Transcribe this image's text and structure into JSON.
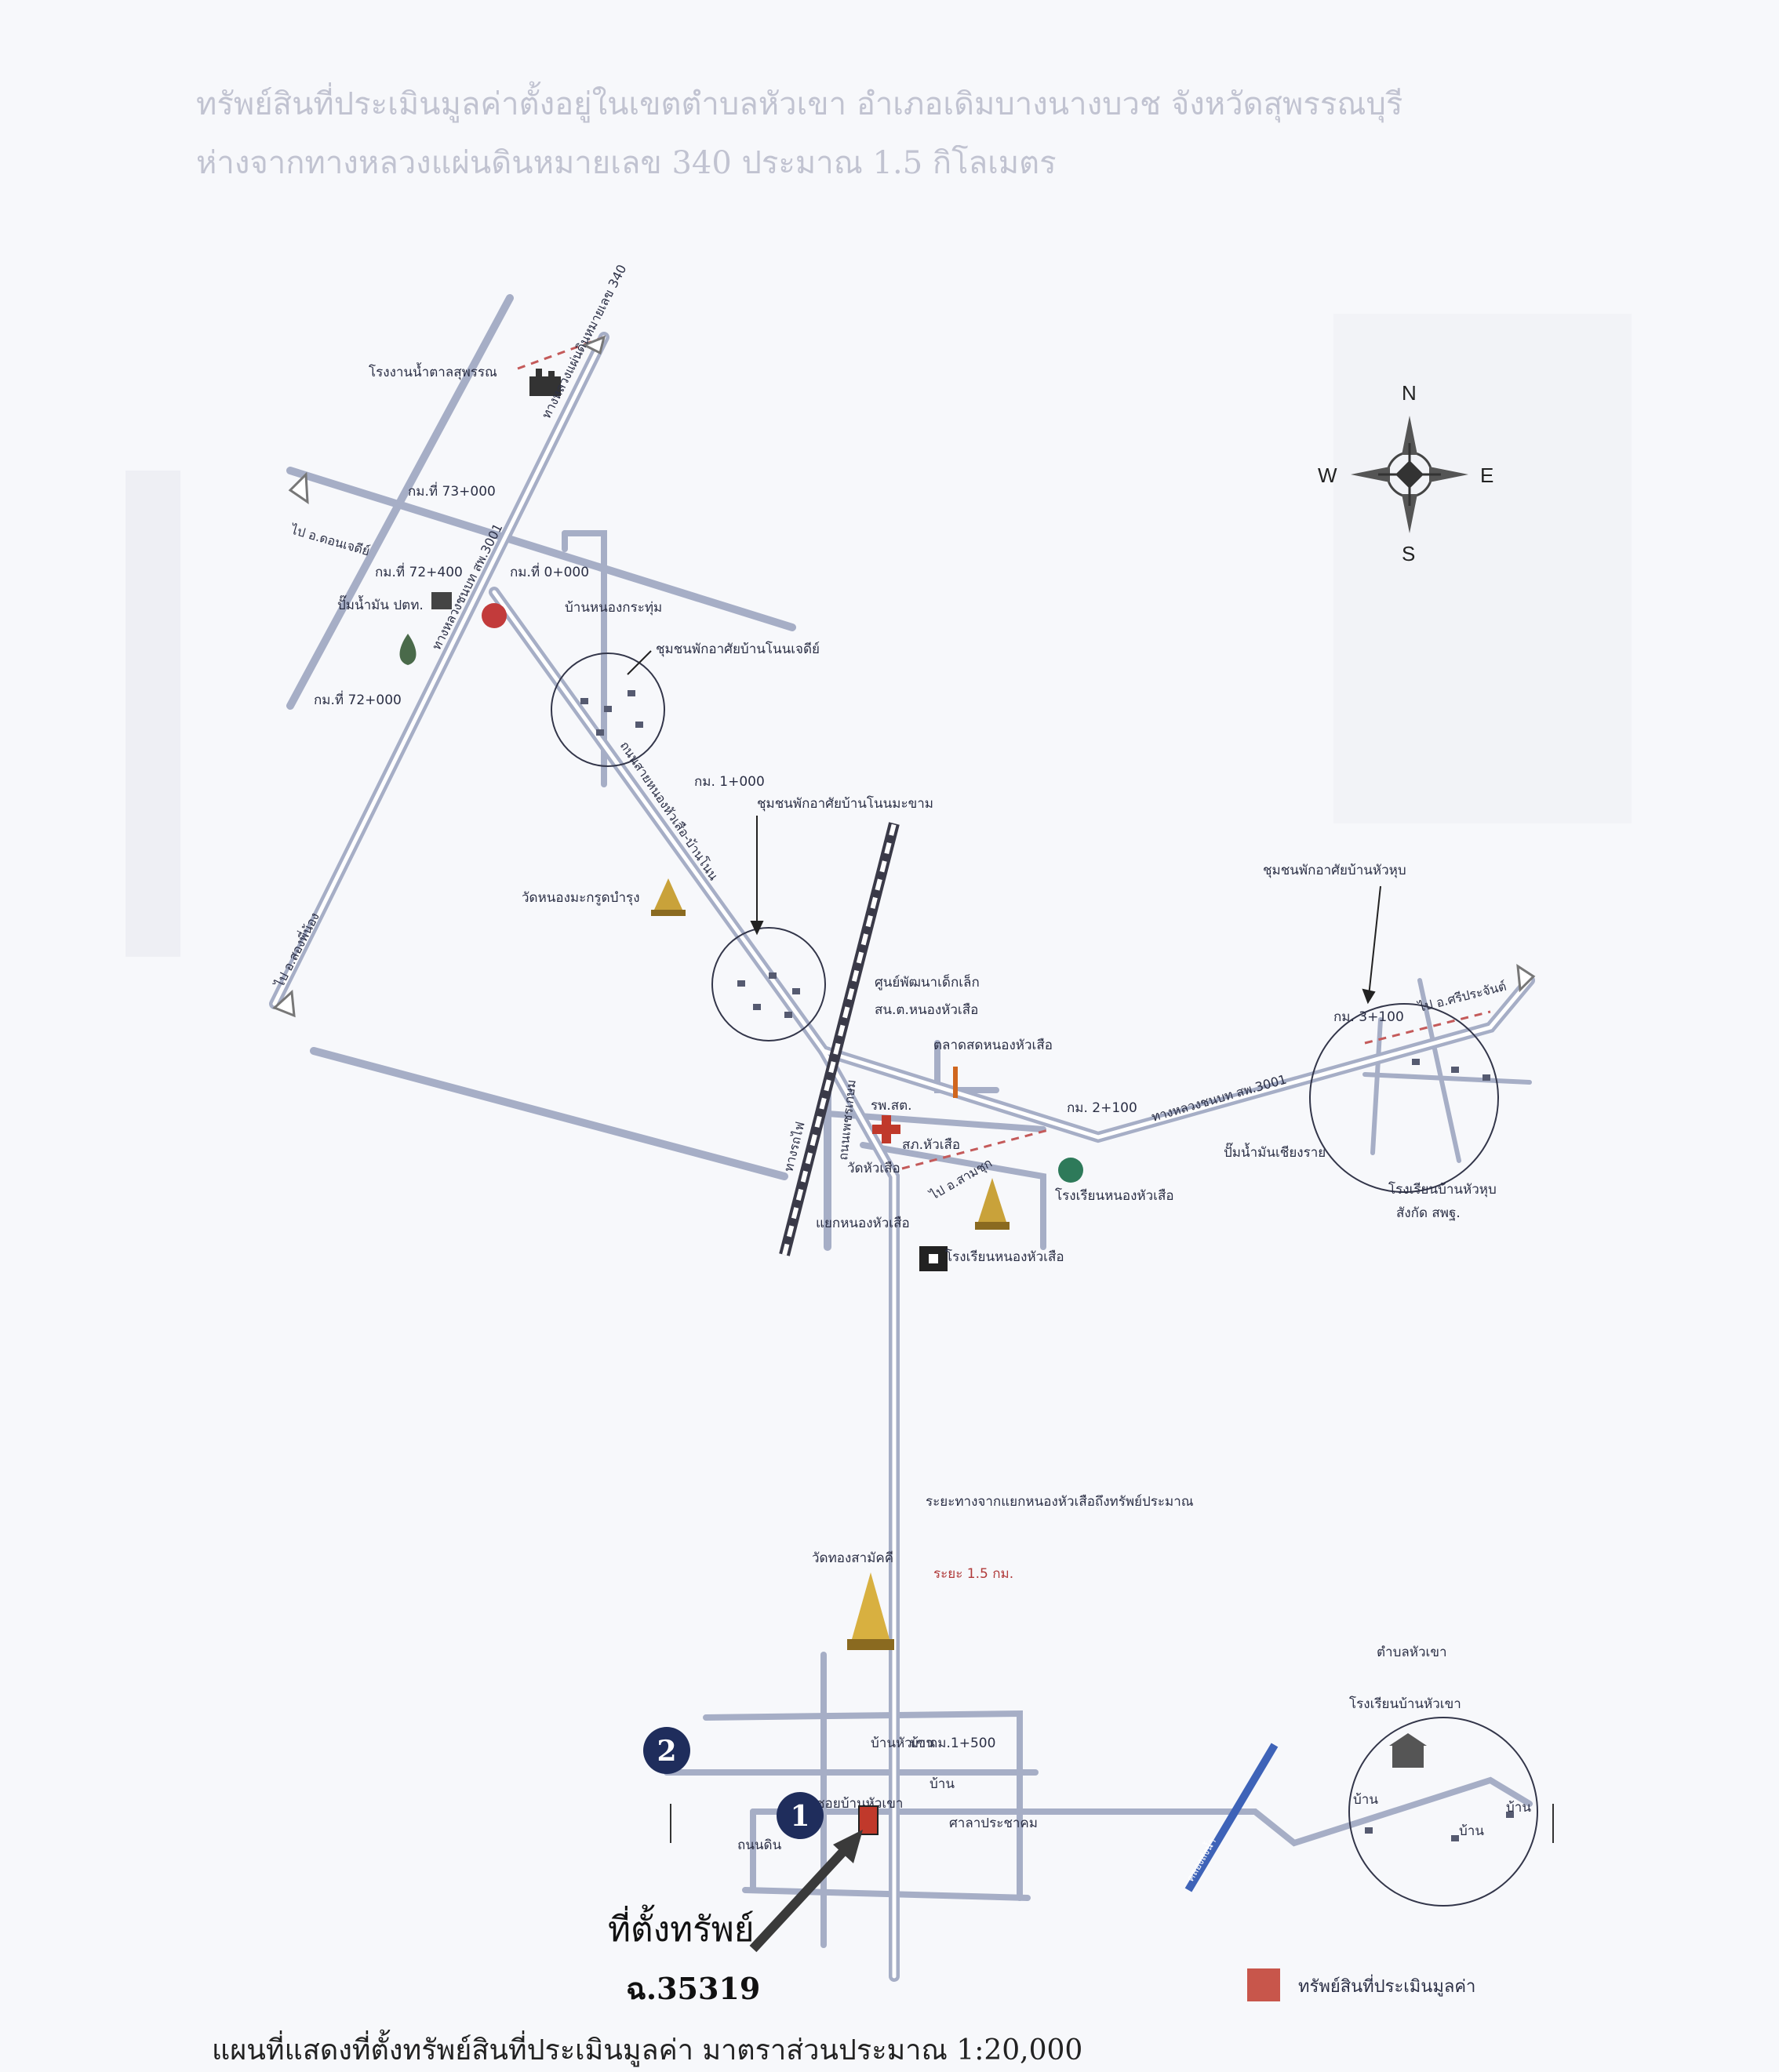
{
  "header": {
    "line1": "ทรัพย์สินที่ประเมินมูลค่าตั้งอยู่ในเขตตำบลหัวเขา อำเภอเดิมบางนางบวช จังหวัดสุพรรณบุรี",
    "line2": "ห่างจากทางหลวงแผ่นดินหมายเลข 340 ประมาณ 1.5 กิโลเมตร",
    "caption": "แผนที่แสดงที่ตั้งทรัพย์สินที่ประเมินมูลค่า มาตราส่วนประมาณ 1:20,000"
  },
  "compass": {
    "n": "N",
    "s": "S",
    "e": "E",
    "w": "W"
  },
  "markers": {
    "m1": "1",
    "m2": "2"
  },
  "property": {
    "title": "ที่ตั้งทรัพย์",
    "deed": "ฉ.35319",
    "color": "#c0392b"
  },
  "legend": {
    "label": "ทรัพย์สินที่ประเมินมูลค่า"
  },
  "labels": {
    "factory": "โรงงานน้ำตาลสุพรรณ",
    "km73": "กม.ที่ 73+000",
    "km72_400": "กม.ที่ 72+400",
    "km0": "กม.ที่ 0+000",
    "km72_000": "กม.ที่ 72+000",
    "gas": "ปั๊มน้ำมัน ปตท.",
    "village_a": "บ้านหนองกระทุ่ม",
    "community1": "ชุมชนพักอาศัยบ้านโนนเจดีย์",
    "community2": "ชุมชนพักอาศัยบ้านโนนมะขาม",
    "community3": "ชุมชนพักอาศัยบ้านหัวหุบ",
    "km1": "กม. 1+000",
    "temple1": "วัดหนองมะกรูดบำรุง",
    "tech": "ศูนย์พัฒนาเด็กเล็ก",
    "office": "สน.ต.หนองหัวเสือ",
    "market": "ตลาดสดหนองหัวเสือ",
    "police": "สภ.หัวเสือ",
    "km2": "กม. 2+100",
    "km3": "กม. 3+100",
    "hospital": "รพ.สต.",
    "school_h": "โรงเรียนหนองหัวเสือ",
    "temple2": "วัดหัวเสือ",
    "tpk": "ถนนเพชรเกษม",
    "rail": "ทางรถไฟ",
    "fuel2": "ปั๊มน้ำมันเชียงราย",
    "school2": "โรงเรียนบ้านหัวหุบ",
    "school2b": "สังกัด สพฐ.",
    "junction": "แยกหนองหัวเสือ",
    "hwy1": "ทางหลวงแผ่นดินหมายเลข 340",
    "hwy2": "ทางหลวงชนบท สพ.3001",
    "road_c": "ถนนสายหนองหัวเสือ-บ้านโนน",
    "dir_right": "ไป อ.ศรีประจันต์",
    "dir_ne": "ไป อ.สามชุก",
    "dir_nw": "ไป อ.ดอนเจดีย์",
    "dir_sw": "ไป อ.สองพี่น้อง",
    "dist_note": "ระยะทางจากแยกหนองหัวเสือถึงทรัพย์ประมาณ",
    "km_south": "ระยะ 1.5 กม.",
    "temple3": "วัดทองสามัคคี",
    "temple3_road": "กม.1+500",
    "soi": "ซอยบ้านหัวเขา",
    "school3_a": "ตำบลหัวเขา",
    "school3_b": "โรงเรียนบ้านหัวเขา",
    "local1": "บ้านหัวเขา",
    "local2": "ศาลาประชาคม",
    "local3": "ถนนดิน",
    "home": "บ้าน",
    "canal": "คลองส่งน้ำ"
  }
}
